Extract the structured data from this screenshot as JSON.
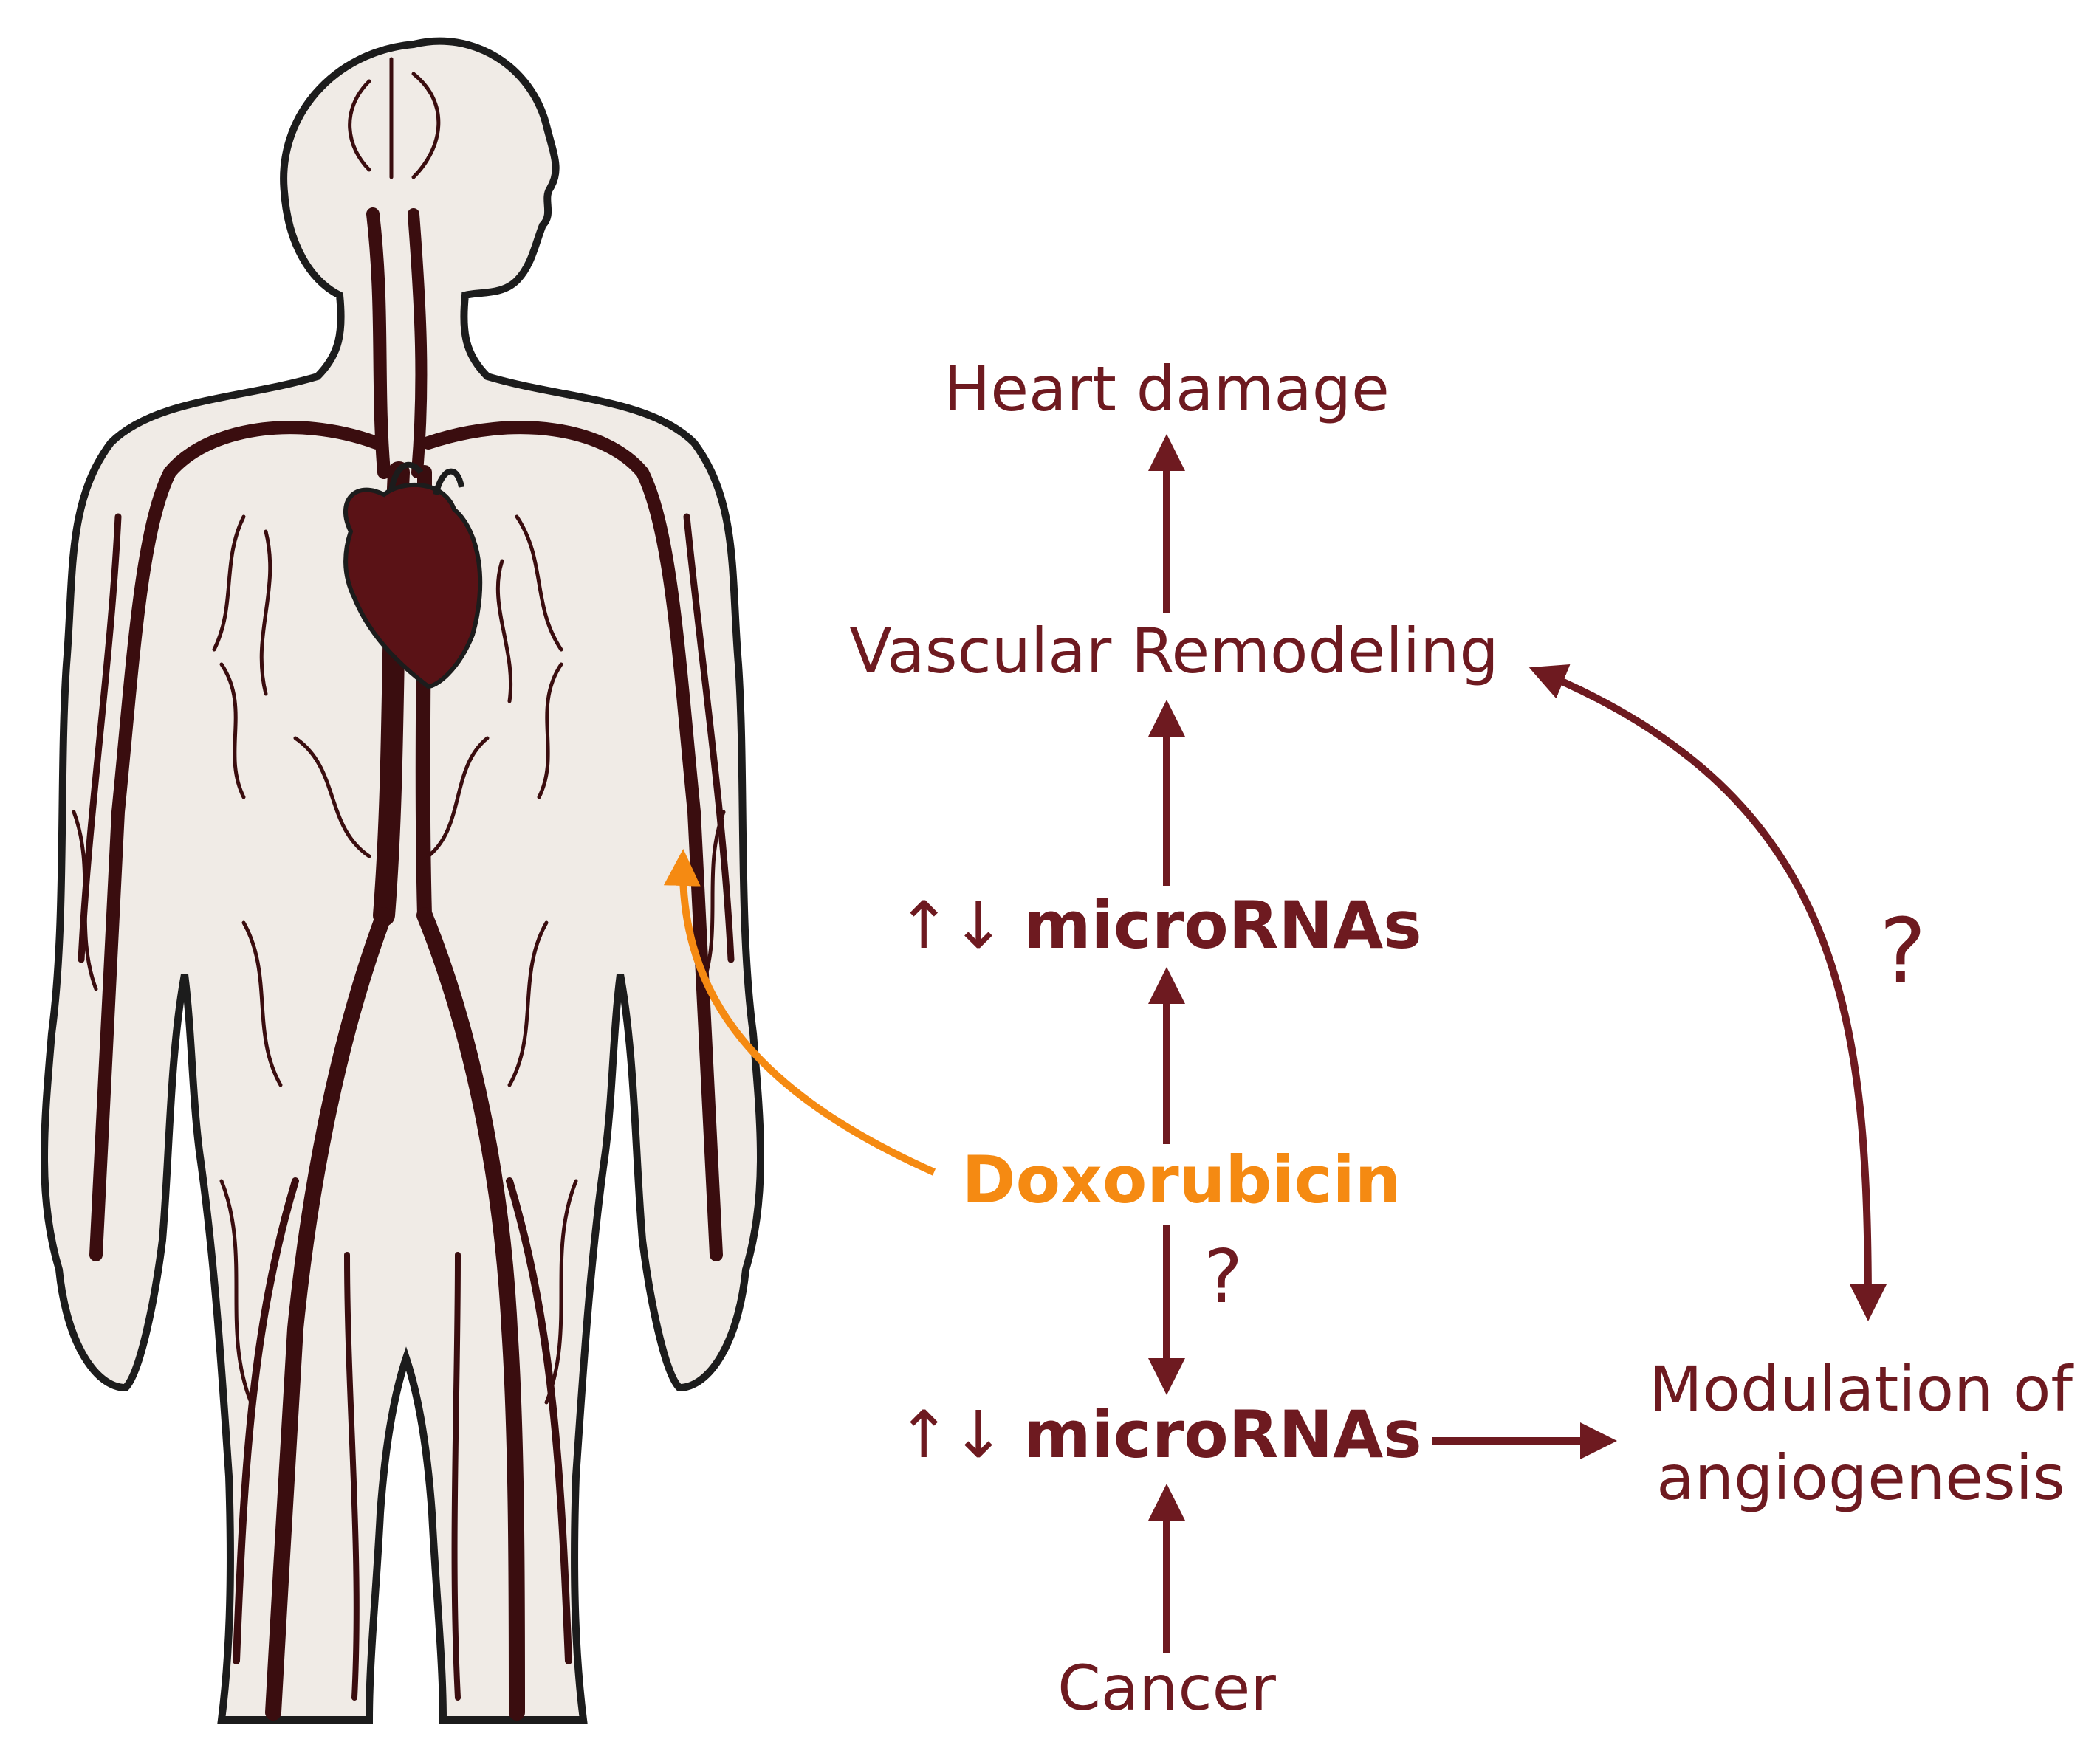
{
  "colors": {
    "dark_red": "#6e1a20",
    "orange": "#f58a12",
    "skin": "#f0ebe6",
    "vessel": "#3a0d0f",
    "outline": "#1c1c1c"
  },
  "illustration": {
    "subject": "human-body-circulatory-system",
    "icon": "heart-icon"
  },
  "nodes": {
    "heart_damage": "Heart damage",
    "vascular_remodeling": "Vascular Remodeling",
    "mirna_top": {
      "arrows": "↑↓",
      "label": "microRNAs"
    },
    "doxorubicin": "Doxorubicin",
    "mirna_bottom": {
      "arrows": "↑↓",
      "label": "microRNAs"
    },
    "modulation_line1": "Modulation of",
    "modulation_line2": "angiogenesis",
    "cancer": "Cancer"
  },
  "question_marks": {
    "dox_to_mirna": "?",
    "angio_to_remodeling": "?"
  }
}
